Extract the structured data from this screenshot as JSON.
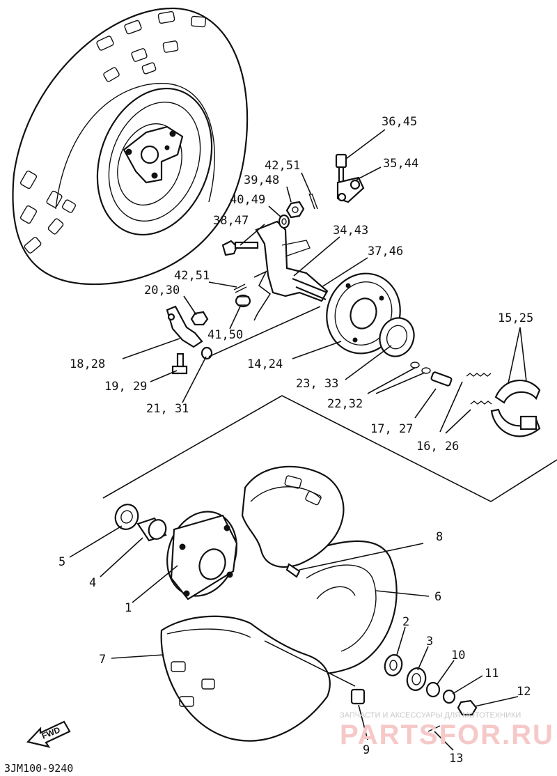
{
  "diagram": {
    "type": "exploded-parts-diagram",
    "code": "3JM100-9240",
    "fwd_label": "FWD",
    "watermark": {
      "tagline": "ЗАПЧАСТИ И АКСЕССУАРЫ ДЛЯ МОТОТЕХНИКИ",
      "brand": "PARTSFOR.RU"
    },
    "labels": {
      "p36_45": "36,45",
      "p35_44": "35,44",
      "p42_51_top": "42,51",
      "p39_48": "39,48",
      "p40_49": "40,49",
      "p38_47": "38,47",
      "p34_43": "34,43",
      "p37_46": "37,46",
      "p42_51_mid": "42,51",
      "p20_30": "20,30",
      "p41_50": "41,50",
      "p18_28": "18,28",
      "p14_24": "14,24",
      "p19_29": "19, 29",
      "p21_31": "21, 31",
      "p23_33": "23, 33",
      "p22_32": "22,32",
      "p17_27": "17, 27",
      "p16_26": "16, 26",
      "p15_25": "15,25",
      "p5": "5",
      "p4": "4",
      "p1": "1",
      "p8": "8",
      "p6": "6",
      "p7": "7",
      "p2": "2",
      "p3": "3",
      "p10": "10",
      "p11": "11",
      "p12": "12",
      "p9": "9",
      "p13": "13"
    }
  }
}
